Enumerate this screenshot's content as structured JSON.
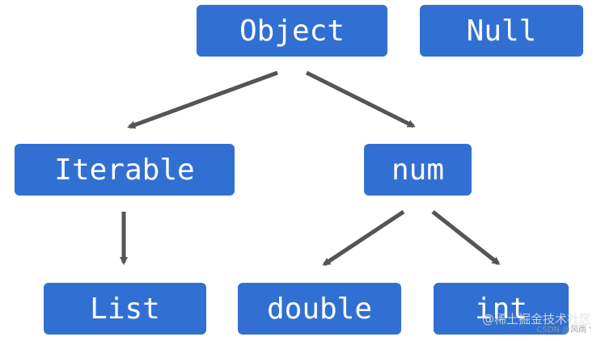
{
  "diagram": {
    "nodes": {
      "object": "Object",
      "null": "Null",
      "iterable": "Iterable",
      "num": "num",
      "list": "List",
      "double": "double",
      "int": "int"
    },
    "edges": [
      {
        "from": "Object",
        "to": "Iterable"
      },
      {
        "from": "Object",
        "to": "num"
      },
      {
        "from": "Iterable",
        "to": "List"
      },
      {
        "from": "num",
        "to": "double"
      },
      {
        "from": "num",
        "to": "int"
      }
    ]
  },
  "colors": {
    "node_fill": "#3170d2",
    "node_text": "#ffffff",
    "arrow": "#555555"
  },
  "watermark": {
    "main": "@稀土掘金技术社区",
    "sub": "CSDN @风雨 '"
  }
}
